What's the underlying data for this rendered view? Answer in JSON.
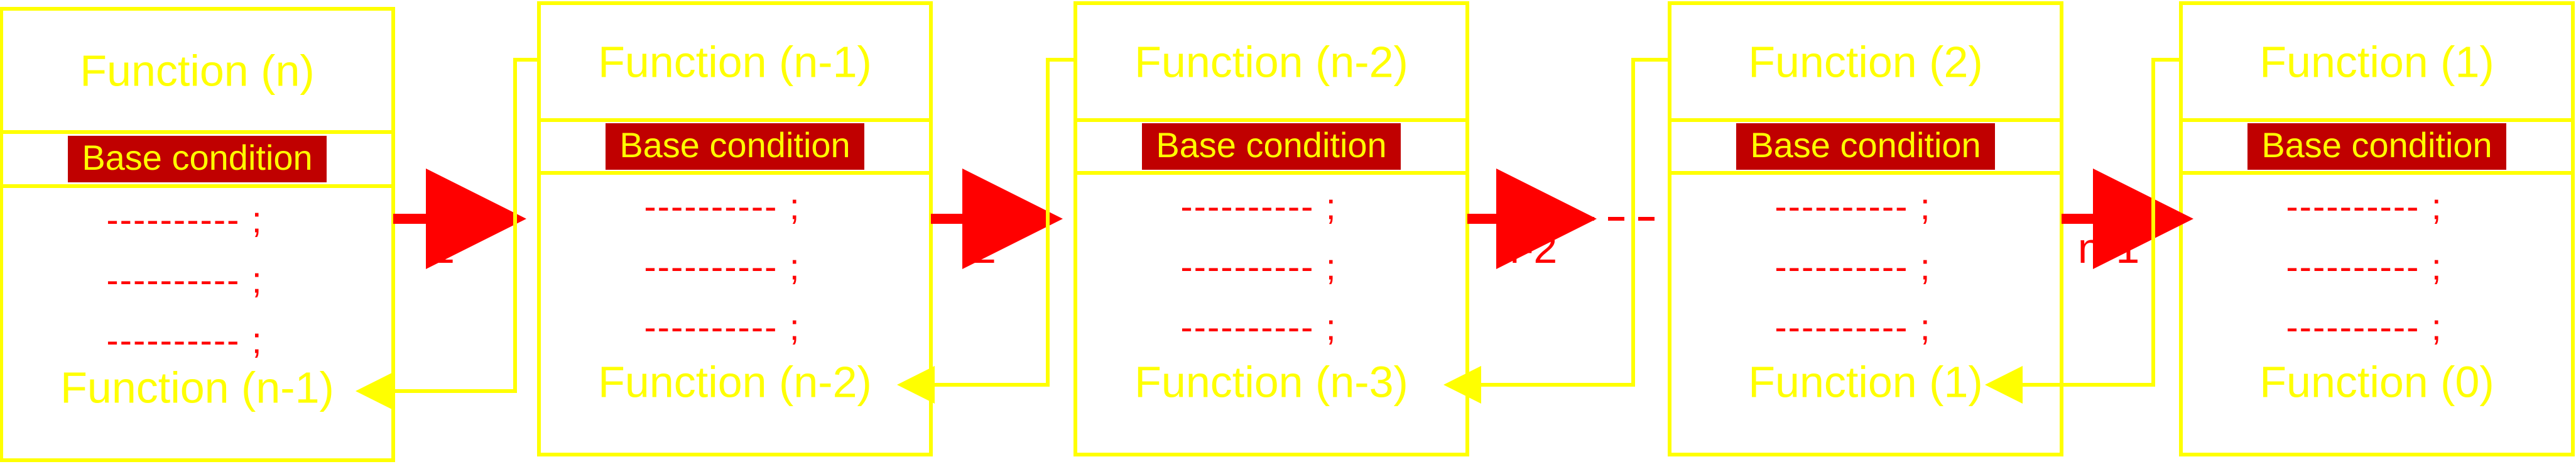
{
  "colors": {
    "frame": "#ffff00",
    "text": "#ffff00",
    "badge_fill": "#c00000",
    "badge_text": "#ffff00",
    "arrow": "#ff0000",
    "dash": "#ff0000",
    "background": "#ffffff"
  },
  "boxes": [
    {
      "title": "Function (n)",
      "badge": "Base condition",
      "lines": [
        "---------- ;",
        "---------- ;",
        "---------- ;"
      ],
      "call": "Function (n-1)"
    },
    {
      "title": "Function (n-1)",
      "badge": "Base condition",
      "lines": [
        "---------- ;",
        "---------- ;",
        "---------- ;"
      ],
      "call": "Function (n-2)"
    },
    {
      "title": "Function (n-2)",
      "badge": "Base condition",
      "lines": [
        "---------- ;",
        "---------- ;",
        "---------- ;"
      ],
      "call": "Function (n-3)"
    },
    {
      "title": "Function (2)",
      "badge": "Base condition",
      "lines": [
        "---------- ;",
        "---------- ;",
        "---------- ;"
      ],
      "call": "Function (1)"
    },
    {
      "title": "Function (1)",
      "badge": "Base condition",
      "lines": [
        "---------- ;",
        "---------- ;",
        "---------- ;"
      ],
      "call": "Function (0)"
    }
  ],
  "step_labels": [
    "1",
    "2",
    "n-2",
    "n-1"
  ]
}
